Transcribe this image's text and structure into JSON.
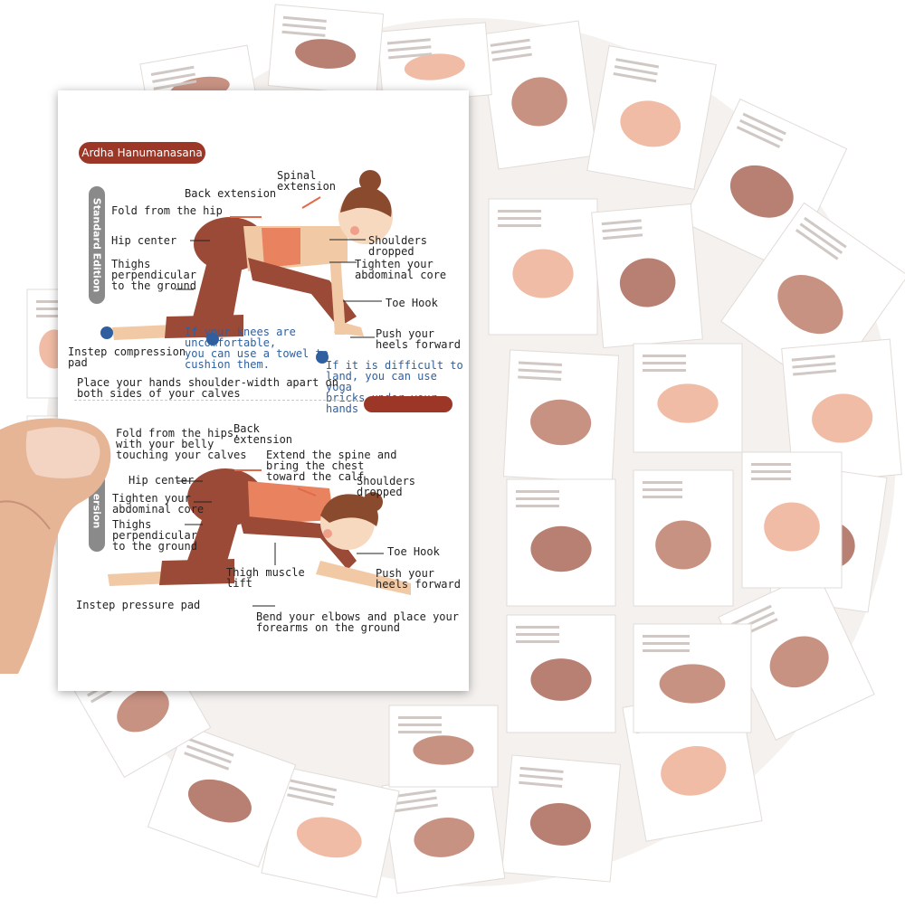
{
  "card": {
    "title": "Ardha Hanumanasana",
    "standard": {
      "edition_tab": "Standard Edition",
      "labels": {
        "spinal_extension": "Spinal\nextension",
        "back_extension": "Back extension",
        "fold_hip": "Fold from the hip",
        "hip_center": "Hip center",
        "thighs_perpendicular": "Thighs\nperpendicular\nto the ground",
        "shoulders_dropped": "Shoulders\ndropped",
        "tighten_core": "Tighten your\nabdominal core",
        "toe_hook": "Toe Hook",
        "push_heels": "Push your\nheels forward",
        "instep_pad": "Instep compression\npad",
        "tip_knees": "If your knees are\nuncomfortable,\nyou can use a towel to\ncushion them.",
        "tip_yoga_bricks": "If it is difficult to\nland, you can use yoga\nbricks under your hands",
        "hands_placement": "Place your hands shoulder-width apart on\nboth sides of your calves"
      }
    },
    "version": {
      "edition_tab": "ersion",
      "labels": {
        "fold_hips_belly": "Fold from the hips,\nwith your belly\ntouching your calves",
        "back_extension": "Back\nextension",
        "extend_spine": "Extend the spine and\nbring the chest\ntoward the calf",
        "hip_center": "Hip center",
        "shoulders_dropped": "Shoulders\ndropped",
        "tighten_core": "Tighten your\nabdominal core",
        "thighs_perpendicular": "Thighs\nperpendicular\nto the ground",
        "toe_hook": "Toe Hook",
        "thigh_muscle_lift": "Thigh muscle\nlift",
        "push_heels": "Push your\nheels forward",
        "instep_pad": "Instep pressure pad",
        "bend_elbows": "Bend your elbows and place your\nforearms on the ground"
      }
    }
  },
  "colors": {
    "brand_red": "#9c3626",
    "skin": "#f1c9a5",
    "leggings": "#9a4a37",
    "top": "#e9825e",
    "hair": "#8a4a2e",
    "tip_blue": "#2f5f9e"
  }
}
